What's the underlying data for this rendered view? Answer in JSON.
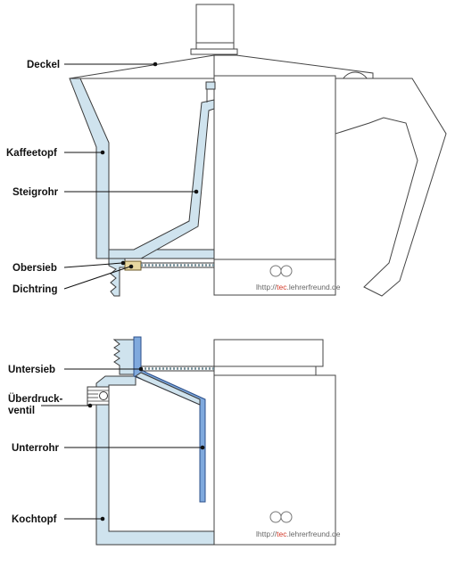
{
  "labels": {
    "deckel": "Deckel",
    "kaffeetopf": "Kaffeetopf",
    "steigrohr": "Steigrohr",
    "obersieb": "Obersieb",
    "dichtring": "Dichtring",
    "untersieb": "Untersieb",
    "ueberdruck_1": "Überdruck-",
    "ueberdruck_2": "ventil",
    "unterrohr": "Unterrohr",
    "kochtopf": "Kochtopf"
  },
  "watermark": {
    "prefix": "lhttp://",
    "accent": "tec",
    "suffix": ".lehrerfreund.de"
  },
  "colors": {
    "wall_fill": "#cfe3ee",
    "pipe_fill": "#7fa9dd",
    "gasket": "#e8d7a0",
    "accent": "#d23a2a",
    "outline": "#444444"
  }
}
